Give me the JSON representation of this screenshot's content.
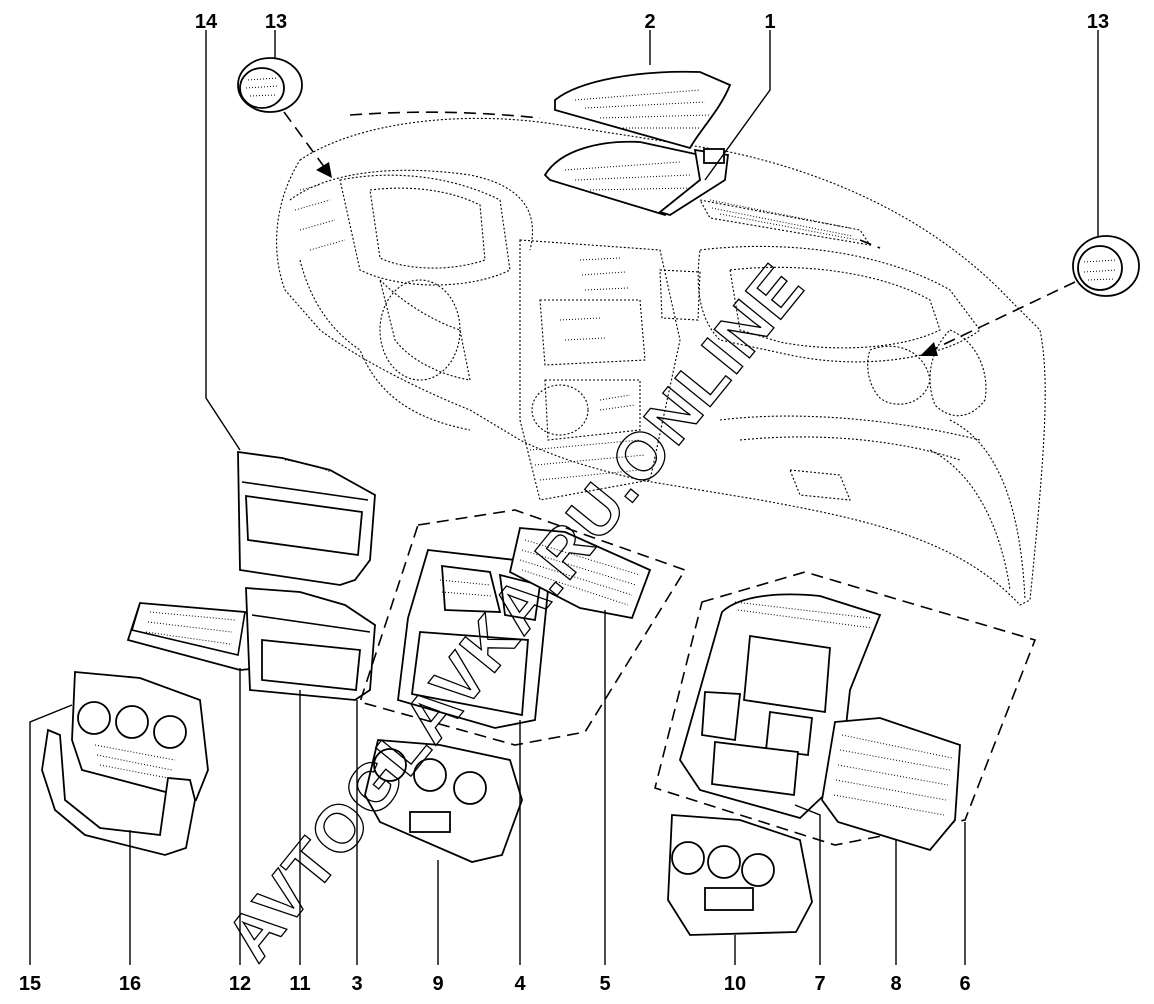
{
  "callouts": {
    "c1": "1",
    "c2": "2",
    "c3": "3",
    "c4": "4",
    "c5": "5",
    "c6": "6",
    "c7": "7",
    "c8": "8",
    "c9": "9",
    "c10": "10",
    "c11": "11",
    "c12": "12",
    "c13_left": "13",
    "c13_right": "13",
    "c14": "14",
    "c15": "15",
    "c16": "16"
  },
  "watermark": "AVTOGLAVKA.RU.ONLINE"
}
